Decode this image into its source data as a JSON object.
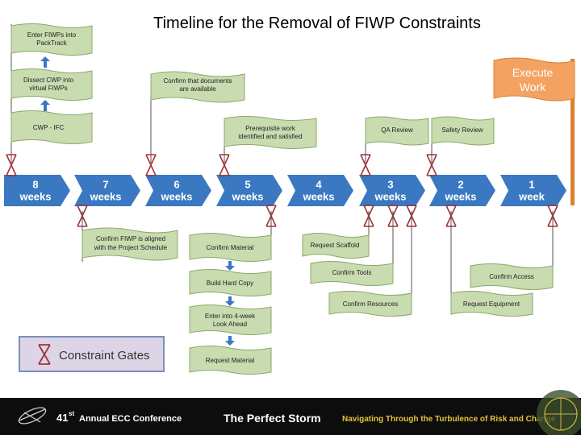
{
  "title": "Timeline for the Removal  of FIWP Constraints",
  "weeks": [
    {
      "num": "8",
      "unit": "weeks"
    },
    {
      "num": "7",
      "unit": "weeks"
    },
    {
      "num": "6",
      "unit": "weeks"
    },
    {
      "num": "5",
      "unit": "weeks"
    },
    {
      "num": "4",
      "unit": "weeks"
    },
    {
      "num": "3",
      "unit": "weeks"
    },
    {
      "num": "2",
      "unit": "weeks"
    },
    {
      "num": "1",
      "unit": "week"
    }
  ],
  "top_flags": {
    "enter_fiwps": [
      "Enter FIWPs into",
      "PackTrack"
    ],
    "dissect_cwp": [
      "Dissect CWP into",
      "virtual FIWPs"
    ],
    "cwp_ifc": [
      "CWP - IFC"
    ],
    "confirm_docs": [
      "Confirm that documents",
      "are available"
    ],
    "prereq": [
      "Prerequisite work",
      "identified and satisfied"
    ],
    "qa_review": [
      "QA Review"
    ],
    "safety_review": [
      "Safety Review"
    ]
  },
  "execute": [
    "Execute",
    "Work"
  ],
  "bottom_flags": {
    "confirm_fiwp": [
      "Confirm FIWP is aligned",
      "with the Project Schedule"
    ],
    "confirm_material": [
      "Confirm Material"
    ],
    "build_hard_copy": [
      "Build Hard Copy"
    ],
    "enter_lookahead": [
      "Enter into 4-week",
      "Look Ahead"
    ],
    "request_material": [
      "Request Material"
    ],
    "request_scaffold": [
      "Request Scaffold"
    ],
    "confirm_tools": [
      "Confirm Tools"
    ],
    "confirm_resources": [
      "Confirm Resources"
    ],
    "confirm_access": [
      "Confirm Access"
    ],
    "request_equipment": [
      "Request Equipment"
    ]
  },
  "legend": "Constraint Gates",
  "footer": {
    "conference_number": "41",
    "conference_suffix": "st",
    "conference_name": "Annual ECC Conference",
    "theme": "The Perfect Storm",
    "tagline": "Navigating Through the Turbulence of Risk and Change"
  },
  "colors": {
    "arrow": "#3a78c2",
    "flag_fill": "#c9dcb0",
    "flag_stroke": "#8aa86a",
    "gate": "#a0353a",
    "execute_fill": "#f4a261",
    "pole_orange": "#d9822b",
    "footer_bg": "#0d0d0d"
  }
}
